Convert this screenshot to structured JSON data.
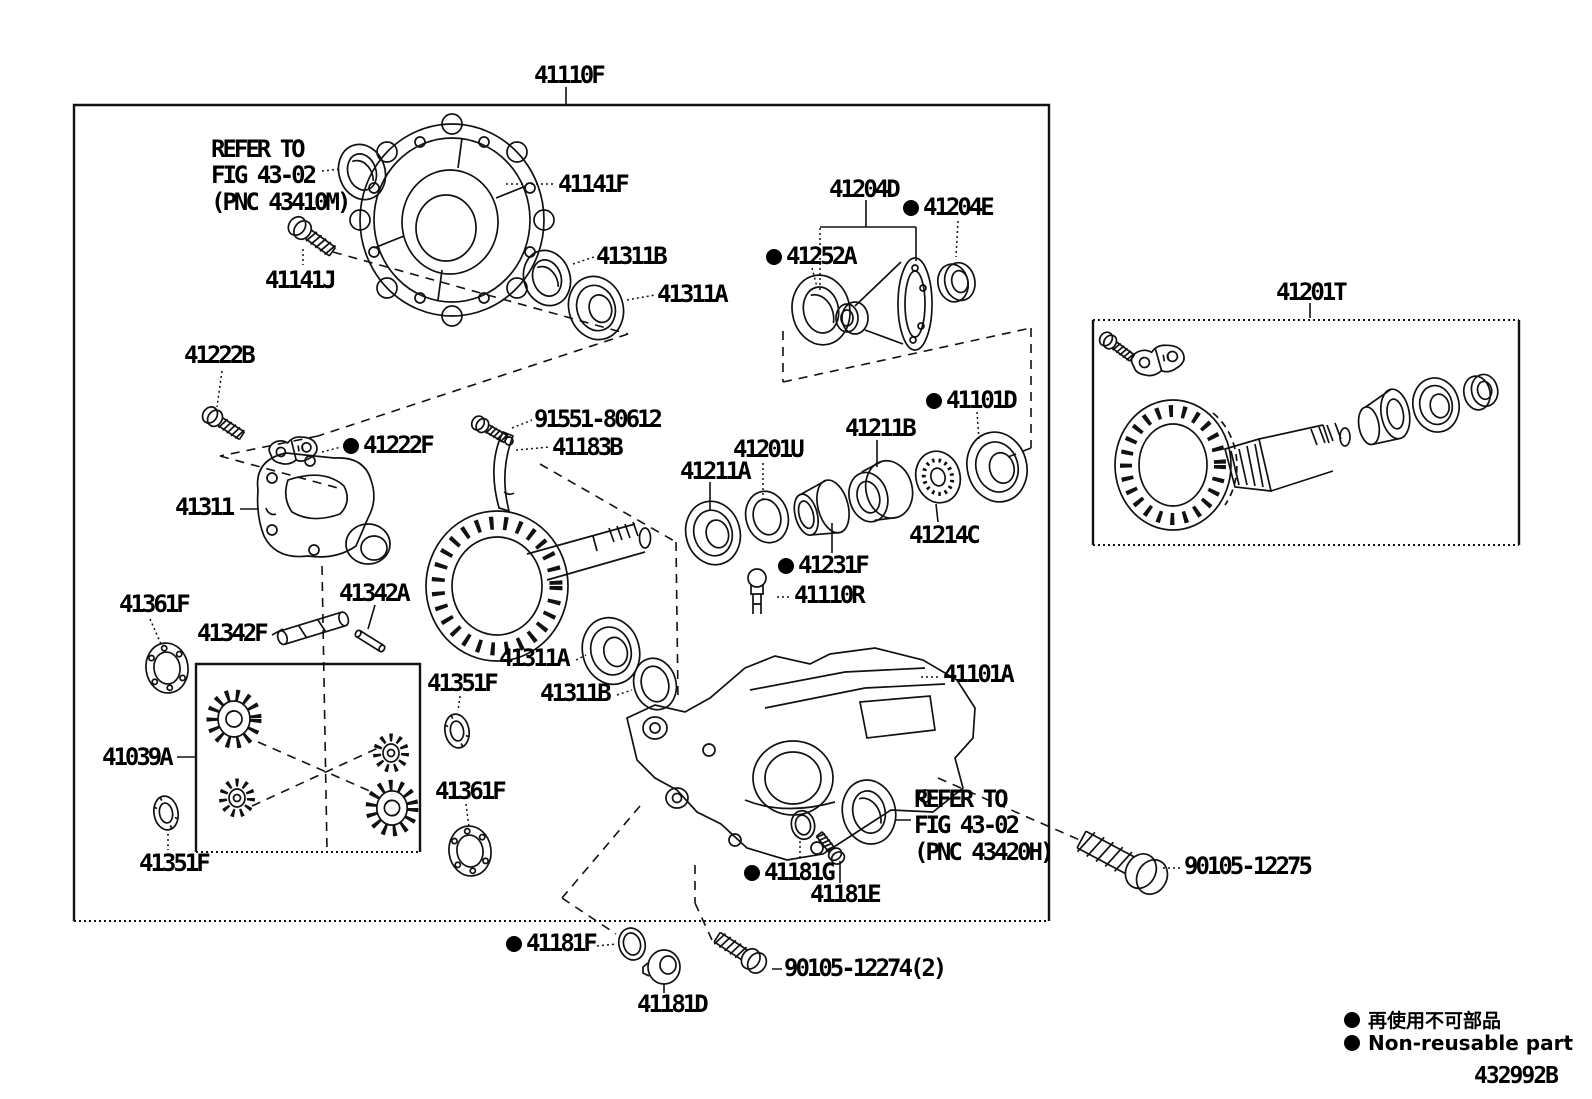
{
  "diagram": {
    "code": "432992B",
    "legend": {
      "cjk": "再使用不可部品",
      "en": "Non-reusable part"
    },
    "labels": [
      {
        "text": "41110F",
        "bullet": false
      },
      {
        "text": "REFER TO\nFIG 43-02\n(PNC 43410M)",
        "bullet": false
      },
      {
        "text": "41141F",
        "bullet": false
      },
      {
        "text": "41141J",
        "bullet": false
      },
      {
        "text": "41311B",
        "bullet": false
      },
      {
        "text": "41311A",
        "bullet": false
      },
      {
        "text": "41204D",
        "bullet": false
      },
      {
        "text": "41204E",
        "bullet": true
      },
      {
        "text": "41252A",
        "bullet": true
      },
      {
        "text": "41222B",
        "bullet": false
      },
      {
        "text": "41222F",
        "bullet": true
      },
      {
        "text": "41201T",
        "bullet": false
      },
      {
        "text": "91551-80612",
        "bullet": false
      },
      {
        "text": "41183B",
        "bullet": false
      },
      {
        "text": "41201U",
        "bullet": false
      },
      {
        "text": "41211A",
        "bullet": false
      },
      {
        "text": "41211B",
        "bullet": false
      },
      {
        "text": "41101D",
        "bullet": true
      },
      {
        "text": "41214C",
        "bullet": false
      },
      {
        "text": "41231F",
        "bullet": true
      },
      {
        "text": "41110R",
        "bullet": false
      },
      {
        "text": "41311",
        "bullet": false
      },
      {
        "text": "41342A",
        "bullet": false
      },
      {
        "text": "41342F",
        "bullet": false
      },
      {
        "text": "41361F",
        "bullet": false
      },
      {
        "text": "41311A",
        "bullet": false
      },
      {
        "text": "41351F",
        "bullet": false
      },
      {
        "text": "41311B",
        "bullet": false
      },
      {
        "text": "41039A",
        "bullet": false
      },
      {
        "text": "41351F",
        "bullet": false
      },
      {
        "text": "41361F",
        "bullet": false
      },
      {
        "text": "41101A",
        "bullet": false
      },
      {
        "text": "REFER TO\nFIG 43-02\n(PNC 43420H)",
        "bullet": false
      },
      {
        "text": "41181G",
        "bullet": true
      },
      {
        "text": "41181E",
        "bullet": false
      },
      {
        "text": "90105-12275",
        "bullet": false
      },
      {
        "text": "41181F",
        "bullet": true
      },
      {
        "text": "41181D",
        "bullet": false
      },
      {
        "text": "90105-12274(2)",
        "bullet": false
      }
    ]
  }
}
